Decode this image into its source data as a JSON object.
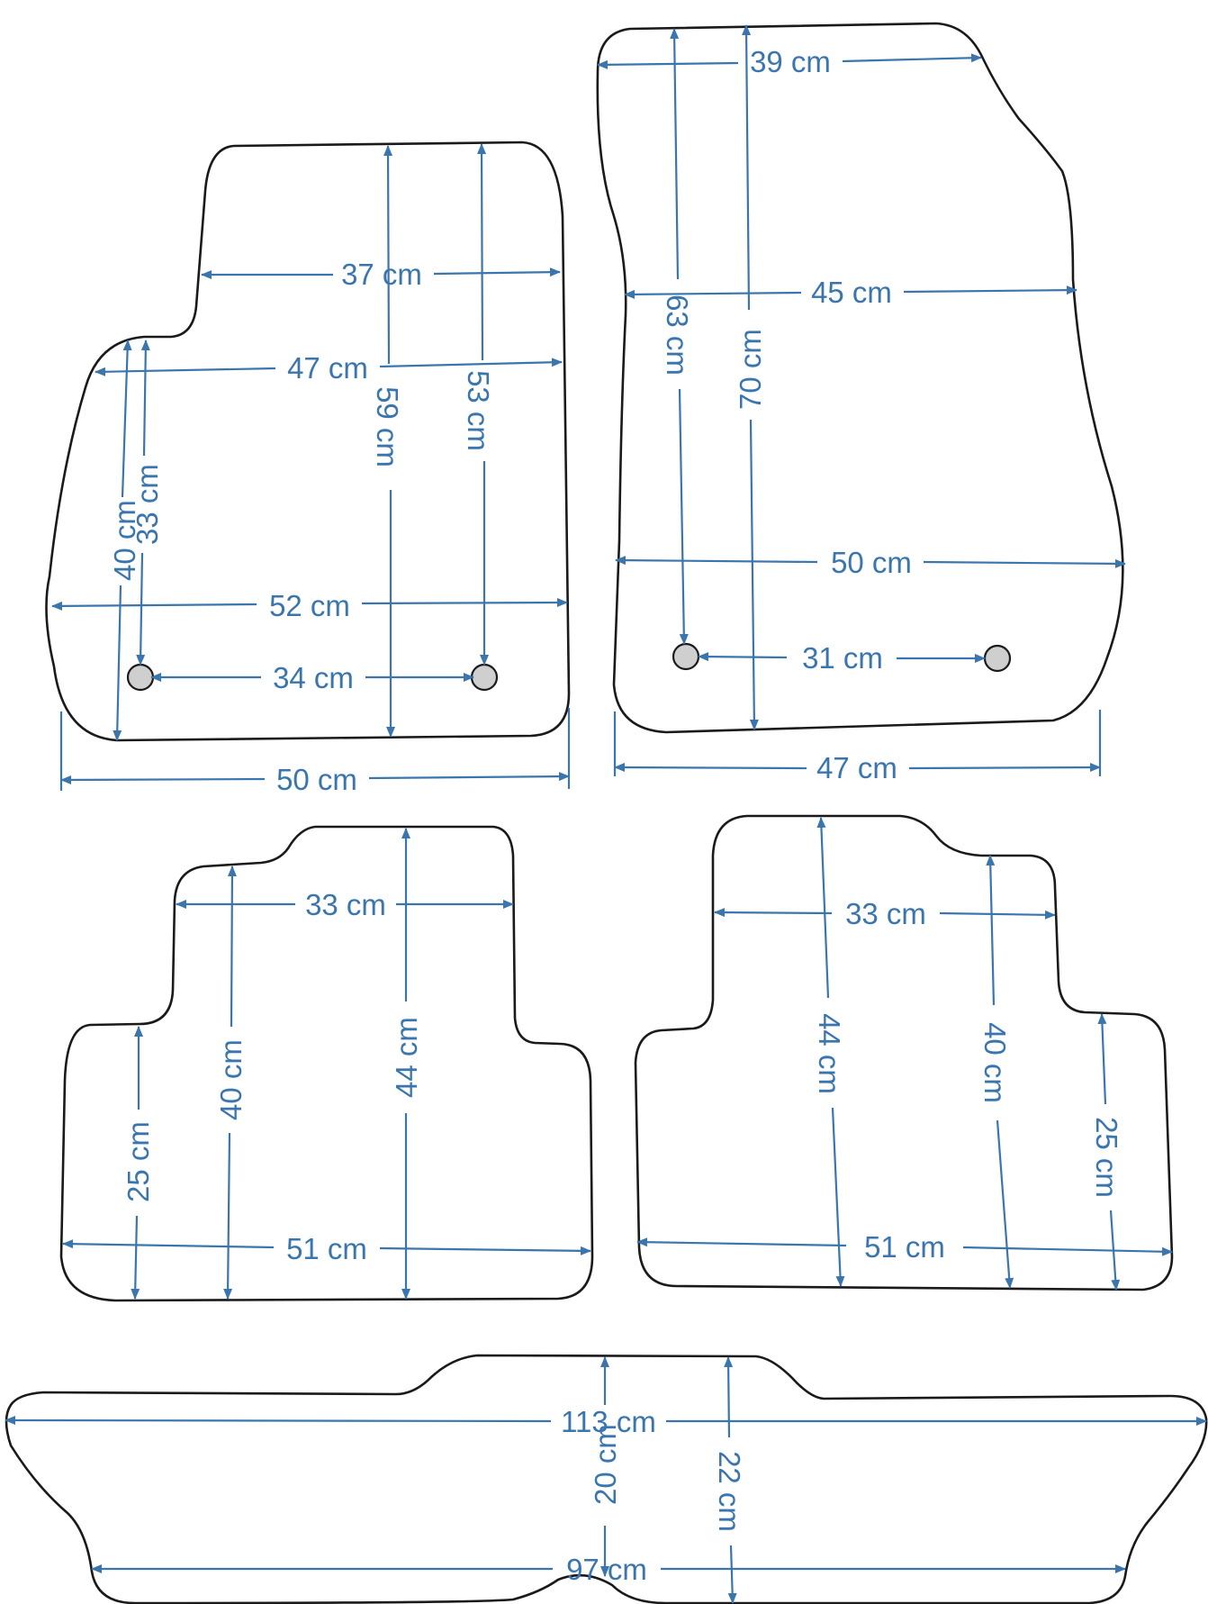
{
  "colors": {
    "dimension": "#3a76ad",
    "outline": "#1a1a1a",
    "hole_fill": "#cfcfcf",
    "background": "#ffffff"
  },
  "mats": [
    {
      "id": "front-left-mat",
      "dimensions": {
        "w_37": "37 cm",
        "w_47": "47 cm",
        "w_52": "52 cm",
        "w_34": "34 cm",
        "w_50": "50 cm",
        "h_59": "59 cm",
        "h_53": "53 cm",
        "h_40": "40 cm",
        "h_33": "33 cm"
      }
    },
    {
      "id": "front-right-mat",
      "dimensions": {
        "w_39": "39 cm",
        "w_45": "45 cm",
        "w_50": "50 cm",
        "w_31": "31 cm",
        "w_47": "47 cm",
        "h_63": "63 cm",
        "h_70": "70 cm"
      }
    },
    {
      "id": "rear-left-mat",
      "dimensions": {
        "w_33": "33 cm",
        "w_51": "51 cm",
        "h_25": "25 cm",
        "h_40": "40 cm",
        "h_44": "44 cm"
      }
    },
    {
      "id": "rear-right-mat",
      "dimensions": {
        "w_33": "33 cm",
        "w_51": "51 cm",
        "h_44": "44 cm",
        "h_40": "40 cm",
        "h_25": "25 cm"
      }
    },
    {
      "id": "third-row-mat",
      "dimensions": {
        "w_113": "113 cm",
        "w_97": "97 cm",
        "h_20": "20 cm",
        "h_22": "22 cm"
      }
    }
  ]
}
